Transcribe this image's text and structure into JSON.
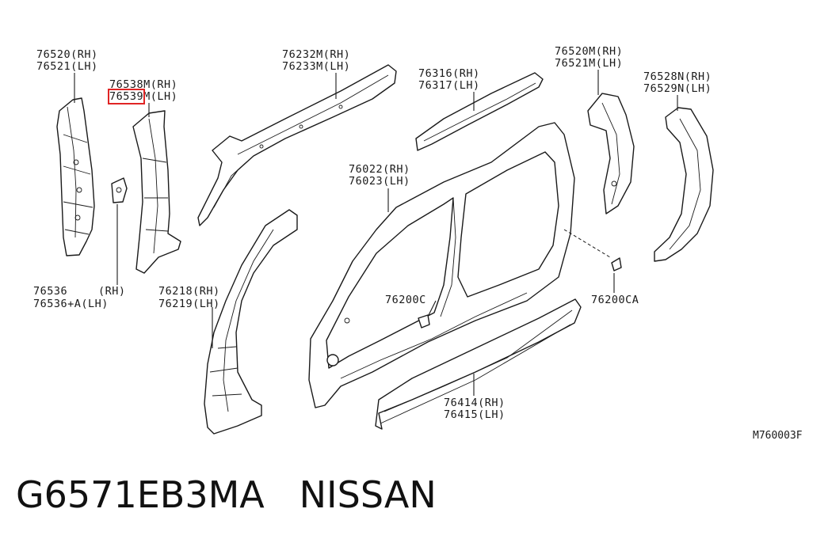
{
  "callouts": {
    "c1": {
      "rh": "76520(RH)",
      "lh": "76521(LH)"
    },
    "c2": {
      "rh": "76538M(RH)",
      "lh_num": "76539",
      "lh_sfx": "M(LH)"
    },
    "c3": {
      "rh": "76232M(RH)",
      "lh": "76233M(LH)"
    },
    "c4": {
      "rh": "76316(RH)",
      "lh": "76317(LH)"
    },
    "c5": {
      "rh": "76520M(RH)",
      "lh": "76521M(LH)"
    },
    "c6": {
      "rh": "76528N(RH)",
      "lh": "76529N(LH)"
    },
    "c7": {
      "rh": "76022(RH)",
      "lh": "76023(LH)"
    },
    "c8": {
      "rh": "76536",
      "rh_sfx": "(RH)",
      "lh": "76536+A(LH)"
    },
    "c9": {
      "rh": "76218(RH)",
      "lh": "76219(LH)"
    },
    "c10": {
      "part": "76200C"
    },
    "c11": {
      "part": "76200CA"
    },
    "c12": {
      "rh": "76414(RH)",
      "lh": "76415(LH)"
    }
  },
  "diagram_code": "M760003F",
  "footer": {
    "part_number": "G6571EB3MA",
    "brand": "NISSAN"
  },
  "colors": {
    "highlight": "#e02424",
    "ink": "#1a1a1a"
  }
}
